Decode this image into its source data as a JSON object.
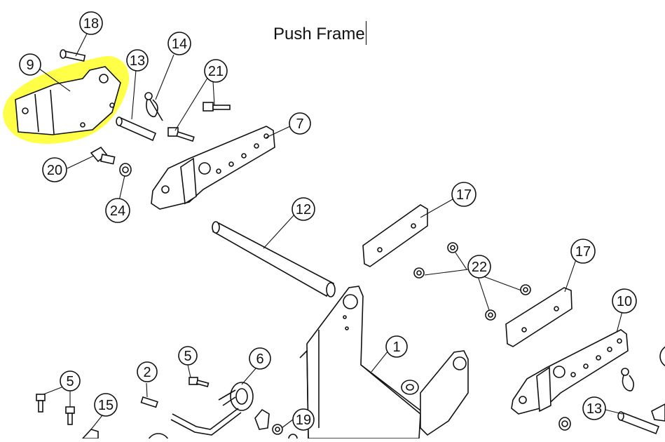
{
  "title": "Push Frame",
  "highlight_color": "#ffff33",
  "callouts": [
    {
      "label": "18"
    },
    {
      "label": "9"
    },
    {
      "label": "13"
    },
    {
      "label": "14"
    },
    {
      "label": "21"
    },
    {
      "label": "7"
    },
    {
      "label": "20"
    },
    {
      "label": "24"
    },
    {
      "label": "12"
    },
    {
      "label": "17"
    },
    {
      "label": "22"
    },
    {
      "label": "17"
    },
    {
      "label": "10"
    },
    {
      "label": "1"
    },
    {
      "label": "2"
    },
    {
      "label": "5"
    },
    {
      "label": "6"
    },
    {
      "label": "5"
    },
    {
      "label": "15"
    },
    {
      "label": "19"
    },
    {
      "label": "13"
    }
  ]
}
